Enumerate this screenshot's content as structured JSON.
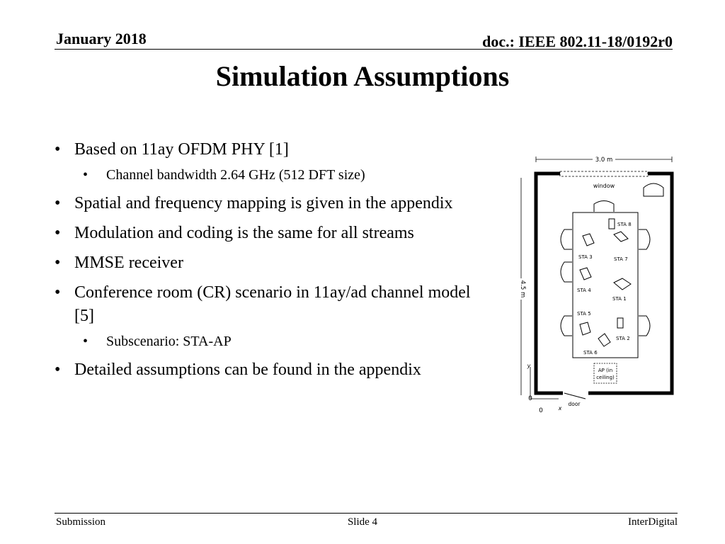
{
  "header": {
    "date": "January 2018",
    "doc_id": "doc.: IEEE 802.11-18/0192r0"
  },
  "title": "Simulation Assumptions",
  "bullets": [
    "Based on 11ay OFDM PHY [1]",
    "Channel bandwidth 2.64 GHz (512 DFT size)",
    "Spatial and frequency mapping is given in the appendix",
    "Modulation and coding is the same for all streams",
    "MMSE receiver",
    "Conference room (CR) scenario in 11ay/ad channel model [5]",
    "Subscenario: STA-AP",
    "Detailed assumptions can be found in the appendix"
  ],
  "figure": {
    "width_label": "3.0 m",
    "height_label": "4.5 m",
    "window_label": "window",
    "door_label": "door",
    "ap_label_1": "AP (in",
    "ap_label_2": "ceiling)",
    "stations": [
      "STA 1",
      "STA 2",
      "STA 3",
      "STA 4",
      "STA 5",
      "STA 6",
      "STA 7",
      "STA 8"
    ],
    "axis_x": "x",
    "axis_y": "y",
    "origin_x": "0",
    "origin_y": "0"
  },
  "footer": {
    "left": "Submission",
    "center": "Slide 4",
    "right": "InterDigital"
  }
}
